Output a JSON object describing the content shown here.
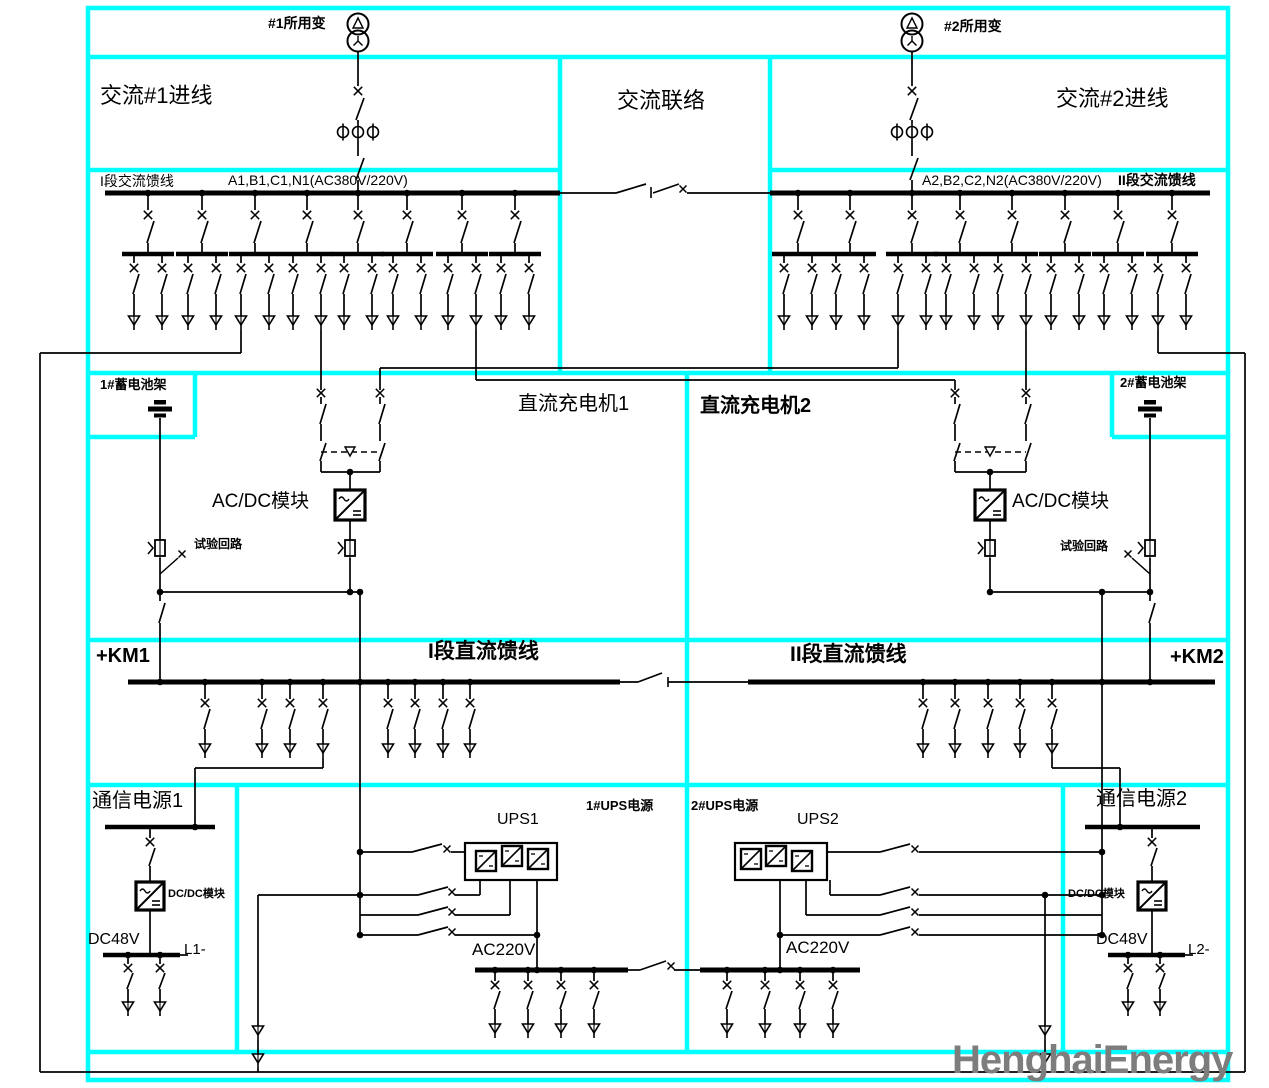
{
  "colors": {
    "section_border": "#00ffff",
    "line": "#000000",
    "background": "#ffffff",
    "watermark": "#7d7d7d"
  },
  "top_row": {
    "transformer1": "#1所用变",
    "transformer2": "#2所用变"
  },
  "ac_section": {
    "incoming1": "交流#1进线",
    "tie": "交流联络",
    "incoming2": "交流#2进线",
    "bus1_name": "I段交流馈线",
    "bus1_spec": "A1,B1,C1,N1(AC380V/220V)",
    "bus2_spec": "A2,B2,C2,N2(AC380V/220V)",
    "bus2_name": "II段交流馈线"
  },
  "charger_section": {
    "battery1": "1#蓄电池架",
    "battery2": "2#蓄电池架",
    "charger1": "直流充电机1",
    "charger2": "直流充电机2",
    "module1": "AC/DC模块",
    "module2": "AC/DC模块",
    "test1": "试验回路",
    "test2": "试验回路"
  },
  "dc_section": {
    "km1": "+KM1",
    "bus1_name": "I段直流馈线",
    "bus2_name": "II段直流馈线",
    "km2": "+KM2"
  },
  "bottom_section": {
    "comm1": "通信电源1",
    "comm2": "通信电源2",
    "ups1_title": "1#UPS电源",
    "ups2_title": "2#UPS电源",
    "ups1": "UPS1",
    "ups2": "UPS2",
    "dcdc1": "DC/DC模块",
    "dcdc2": "DC/DC模块",
    "dc48v_1": "DC48V",
    "dc48v_2": "DC48V",
    "load1": "L1-",
    "load2": "L2-",
    "ac220v_1": "AC220V",
    "ac220v_2": "AC220V"
  },
  "watermark": "HenghaiEnergy"
}
